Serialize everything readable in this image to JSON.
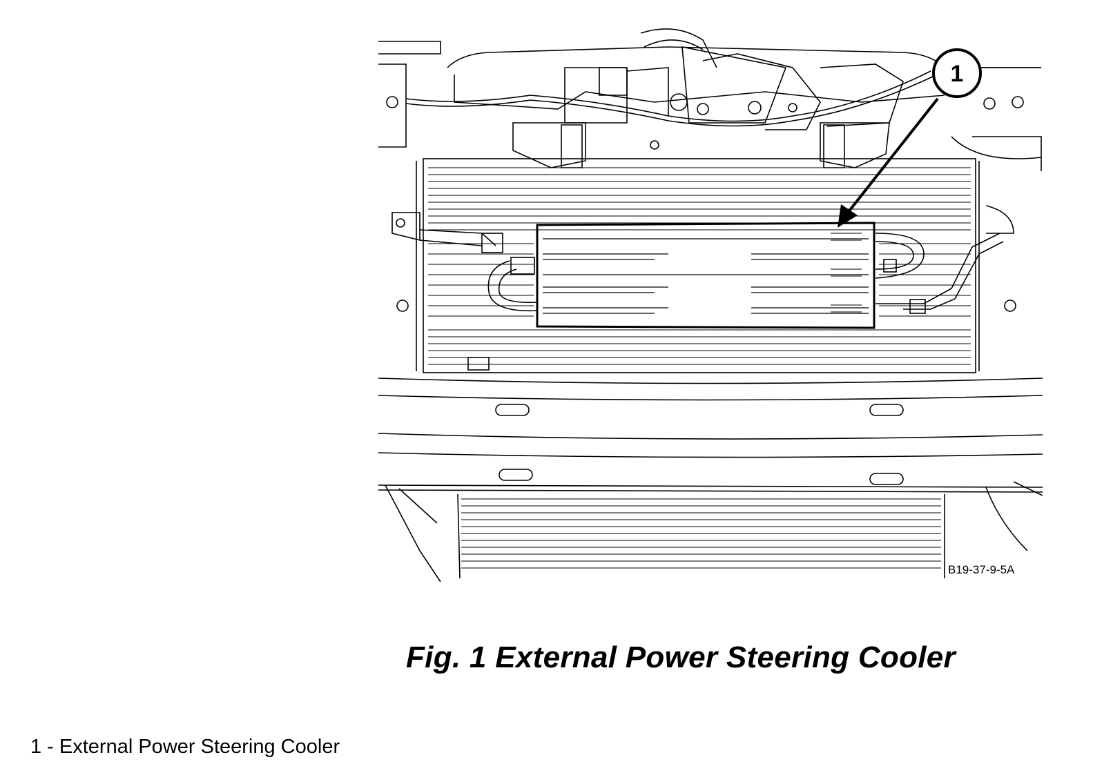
{
  "figure": {
    "code": "B19-37-9-5A",
    "caption": "Fig. 1 External Power Steering Cooler",
    "callout_number": "1"
  },
  "legend": {
    "items": [
      {
        "text": "1 - External Power Steering Cooler"
      }
    ]
  }
}
